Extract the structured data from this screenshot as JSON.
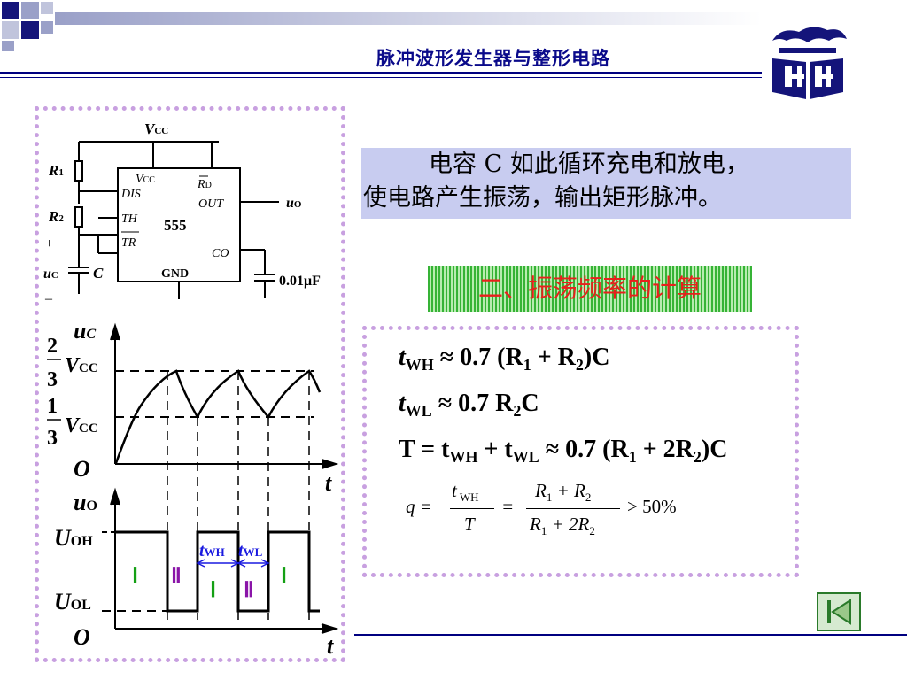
{
  "header": {
    "title": "脉冲波形发生器与整形电路"
  },
  "circuit": {
    "vcc_top": "V",
    "vcc_top_sub": "CC",
    "r1": "R",
    "r1_sub": "1",
    "r2": "R",
    "r2_sub": "2",
    "plus": "+",
    "minus": "–",
    "uc": "u",
    "uc_sub": "C",
    "c": "C",
    "chip": "555",
    "pin_vcc": "V",
    "pin_vcc_sub": "CC",
    "pin_rd": "R",
    "pin_rd_sub": "D",
    "pin_dis": "DIS",
    "pin_th": "TH",
    "pin_tr": "TR",
    "pin_out": "OUT",
    "pin_co": "CO",
    "pin_gnd": "GND",
    "uo": "u",
    "uo_sub": "O",
    "cap_value": "0.01μF"
  },
  "waveform": {
    "uc_axis": "u",
    "uc_axis_sub": "C",
    "frac_top_num": "2",
    "frac_top_den": "3",
    "frac_bot_num": "1",
    "frac_bot_den": "3",
    "vcc": "V",
    "vcc_sub": "CC",
    "origin": "O",
    "t": "t",
    "uo_axis": "u",
    "uo_axis_sub": "O",
    "uoh": "U",
    "uoh_sub": "OH",
    "uol": "U",
    "uol_sub": "OL",
    "twh": "t",
    "twh_sub": "WH",
    "twl": "t",
    "twl_sub": "WL",
    "roman_one": "Ⅰ",
    "roman_two": "Ⅱ"
  },
  "description": {
    "line1": "电容 C 如此循环充电和放电，",
    "line2": "使电路产生振荡，输出矩形脉冲。"
  },
  "section": {
    "title": "二、振荡频率的计算"
  },
  "formulas": {
    "f1_t": "t",
    "f1_sub": "WH",
    "f1_rest": " ≈ 0.7 (R",
    "f1_s1": "1",
    "f1_mid": " + R",
    "f1_s2": "2",
    "f1_end": ")C",
    "f2_t": "t",
    "f2_sub": "WL",
    "f2_rest": " ≈ 0.7 R",
    "f2_s": "2",
    "f2_end": "C",
    "f3_T": "T = t",
    "f3_s1": "WH",
    "f3_plus": " + t",
    "f3_s2": "WL",
    "f3_rest": " ≈ 0.7 (R",
    "f3_s3": "1",
    "f3_mid": " + 2R",
    "f3_s4": "2",
    "f3_end": ")C",
    "q_lhs": "q =",
    "q_num_t": "t",
    "q_num_sub": " WH",
    "q_den_T": "T",
    "q_eq": "=",
    "q_num2": "R",
    "q_num2_s1": "1",
    "q_num2_plus": " + R",
    "q_num2_s2": "2",
    "q_den2": "R",
    "q_den2_s1": "1",
    "q_den2_plus": " + 2R",
    "q_den2_s2": "2",
    "q_gt": "> 50%"
  },
  "colors": {
    "title_blue": "#0a0a8a",
    "section_red": "#e8201c",
    "section_green": "#36b336",
    "desc_bg": "#c8ccf0",
    "roman_one": "#14a014",
    "roman_two": "#8a14a8",
    "timing_blue": "#1a1ae0"
  },
  "icons": {
    "logo": "dragon-book-logo-icon",
    "nav": "first-slide-nav-icon"
  }
}
